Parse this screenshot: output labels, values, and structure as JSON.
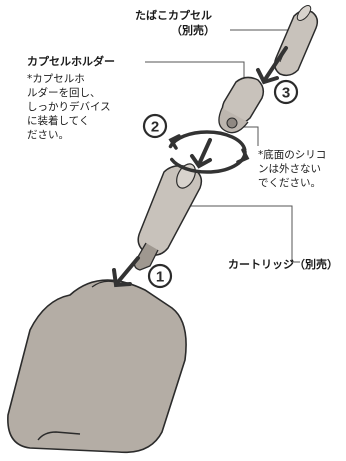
{
  "labels": {
    "tobacco_capsule_line1": "たばこカプセル",
    "tobacco_capsule_line2": "（別売）",
    "capsule_holder": "カプセルホルダー",
    "holder_note": "*カプセルホ\nルダーを回し、\nしっかりデバイス\nに装着してく\nださい。",
    "silicone_note": "*底面のシリコ\nンは外さない\nでください。",
    "cartridge": "カートリッジ（別売）"
  },
  "steps": [
    "1",
    "2",
    "3"
  ],
  "colors": {
    "device": "#b4ada5",
    "parts": "#c8c2bb",
    "outline": "#2b2b2b",
    "arrow": "#333333",
    "leader": "#555555"
  }
}
